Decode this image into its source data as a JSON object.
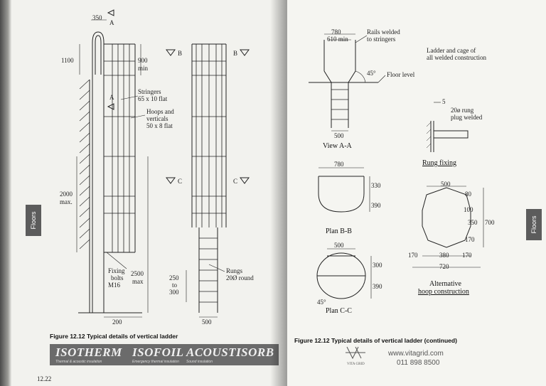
{
  "left_page": {
    "figure_caption": "Figure 12.12  Typical details of vertical ladder",
    "section_tab": "Floors",
    "page_number": "12.22",
    "labels": {
      "dim_350": "350",
      "section_a_top": "A",
      "section_a_mid": "A",
      "dim_1100": "1100",
      "dim_900": "900",
      "dim_900_min": "min",
      "section_b_left": "B",
      "section_b_right": "B",
      "stringers_1": "Stringers",
      "stringers_2": "65 x 10 flat",
      "hoops_1": "Hoops and",
      "hoops_2": "verticals",
      "hoops_3": "50 x 8 flat",
      "section_c_left": "C",
      "section_c_right": "C",
      "dim_2000": "2000",
      "dim_2000_max": "max.",
      "fixing_1": "Fixing",
      "fixing_2": "bolts",
      "fixing_3": "M16",
      "dim_2500": "2500",
      "dim_2500_max": "max",
      "dim_250_1": "250",
      "dim_250_2": "to",
      "dim_250_3": "300",
      "rungs_1": "Rungs",
      "rungs_2": "20Ø round",
      "dim_200": "200",
      "dim_500": "500"
    },
    "banner": {
      "brand_1": "ISOTHERM",
      "brand_1_sub": "Thermal & acoustic insulation",
      "brand_2": "ISOFOIL",
      "brand_2_sub": "Emergency thermal insulation",
      "brand_3": "ACOUSTISORB",
      "brand_3_sub": "Sound insulation"
    }
  },
  "right_page": {
    "figure_caption": "Figure 12.12  Typical details of vertical ladder (continued)",
    "section_tab": "Floors",
    "notes": {
      "dim_780": "780",
      "dim_610": "610 min",
      "rails_1": "Rails welded",
      "rails_2": "to stringers",
      "ladder_note_1": "Ladder and cage of",
      "ladder_note_2": "all welded construction",
      "angle_45": "45°",
      "floor_level": "Floor level",
      "dim_500_a": "500",
      "view_a_title": "View A-A",
      "dim_5": "5",
      "rung_note_1": "20ø rung",
      "rung_note_2": "plug welded",
      "rung_fixing_title": "Rung fixing",
      "dim_780_b": "780",
      "dim_330": "330",
      "dim_390_b": "390",
      "plan_b_title": "Plan B-B",
      "dim_500_alt": "500",
      "dim_80": "80",
      "dim_100": "100",
      "dim_350": "350",
      "dim_700": "700",
      "dim_170_r": "170",
      "dim_170_l": "170",
      "dim_380": "380",
      "dim_170_rb": "170",
      "dim_720": "720",
      "alt_title_1": "Alternative",
      "alt_title_2": "hoop construction",
      "dim_500_c": "500",
      "dim_300": "300",
      "dim_390_c": "390",
      "angle_45_c": "45°",
      "plan_c_title": "Plan C-C"
    },
    "footer": {
      "website": "www.vitagrid.com",
      "phone": "011 898 8500",
      "logo_text": "VITA GRID"
    }
  },
  "colors": {
    "ink": "#222222",
    "tab": "#5c5c5c",
    "banner": "#6b6b6b"
  }
}
